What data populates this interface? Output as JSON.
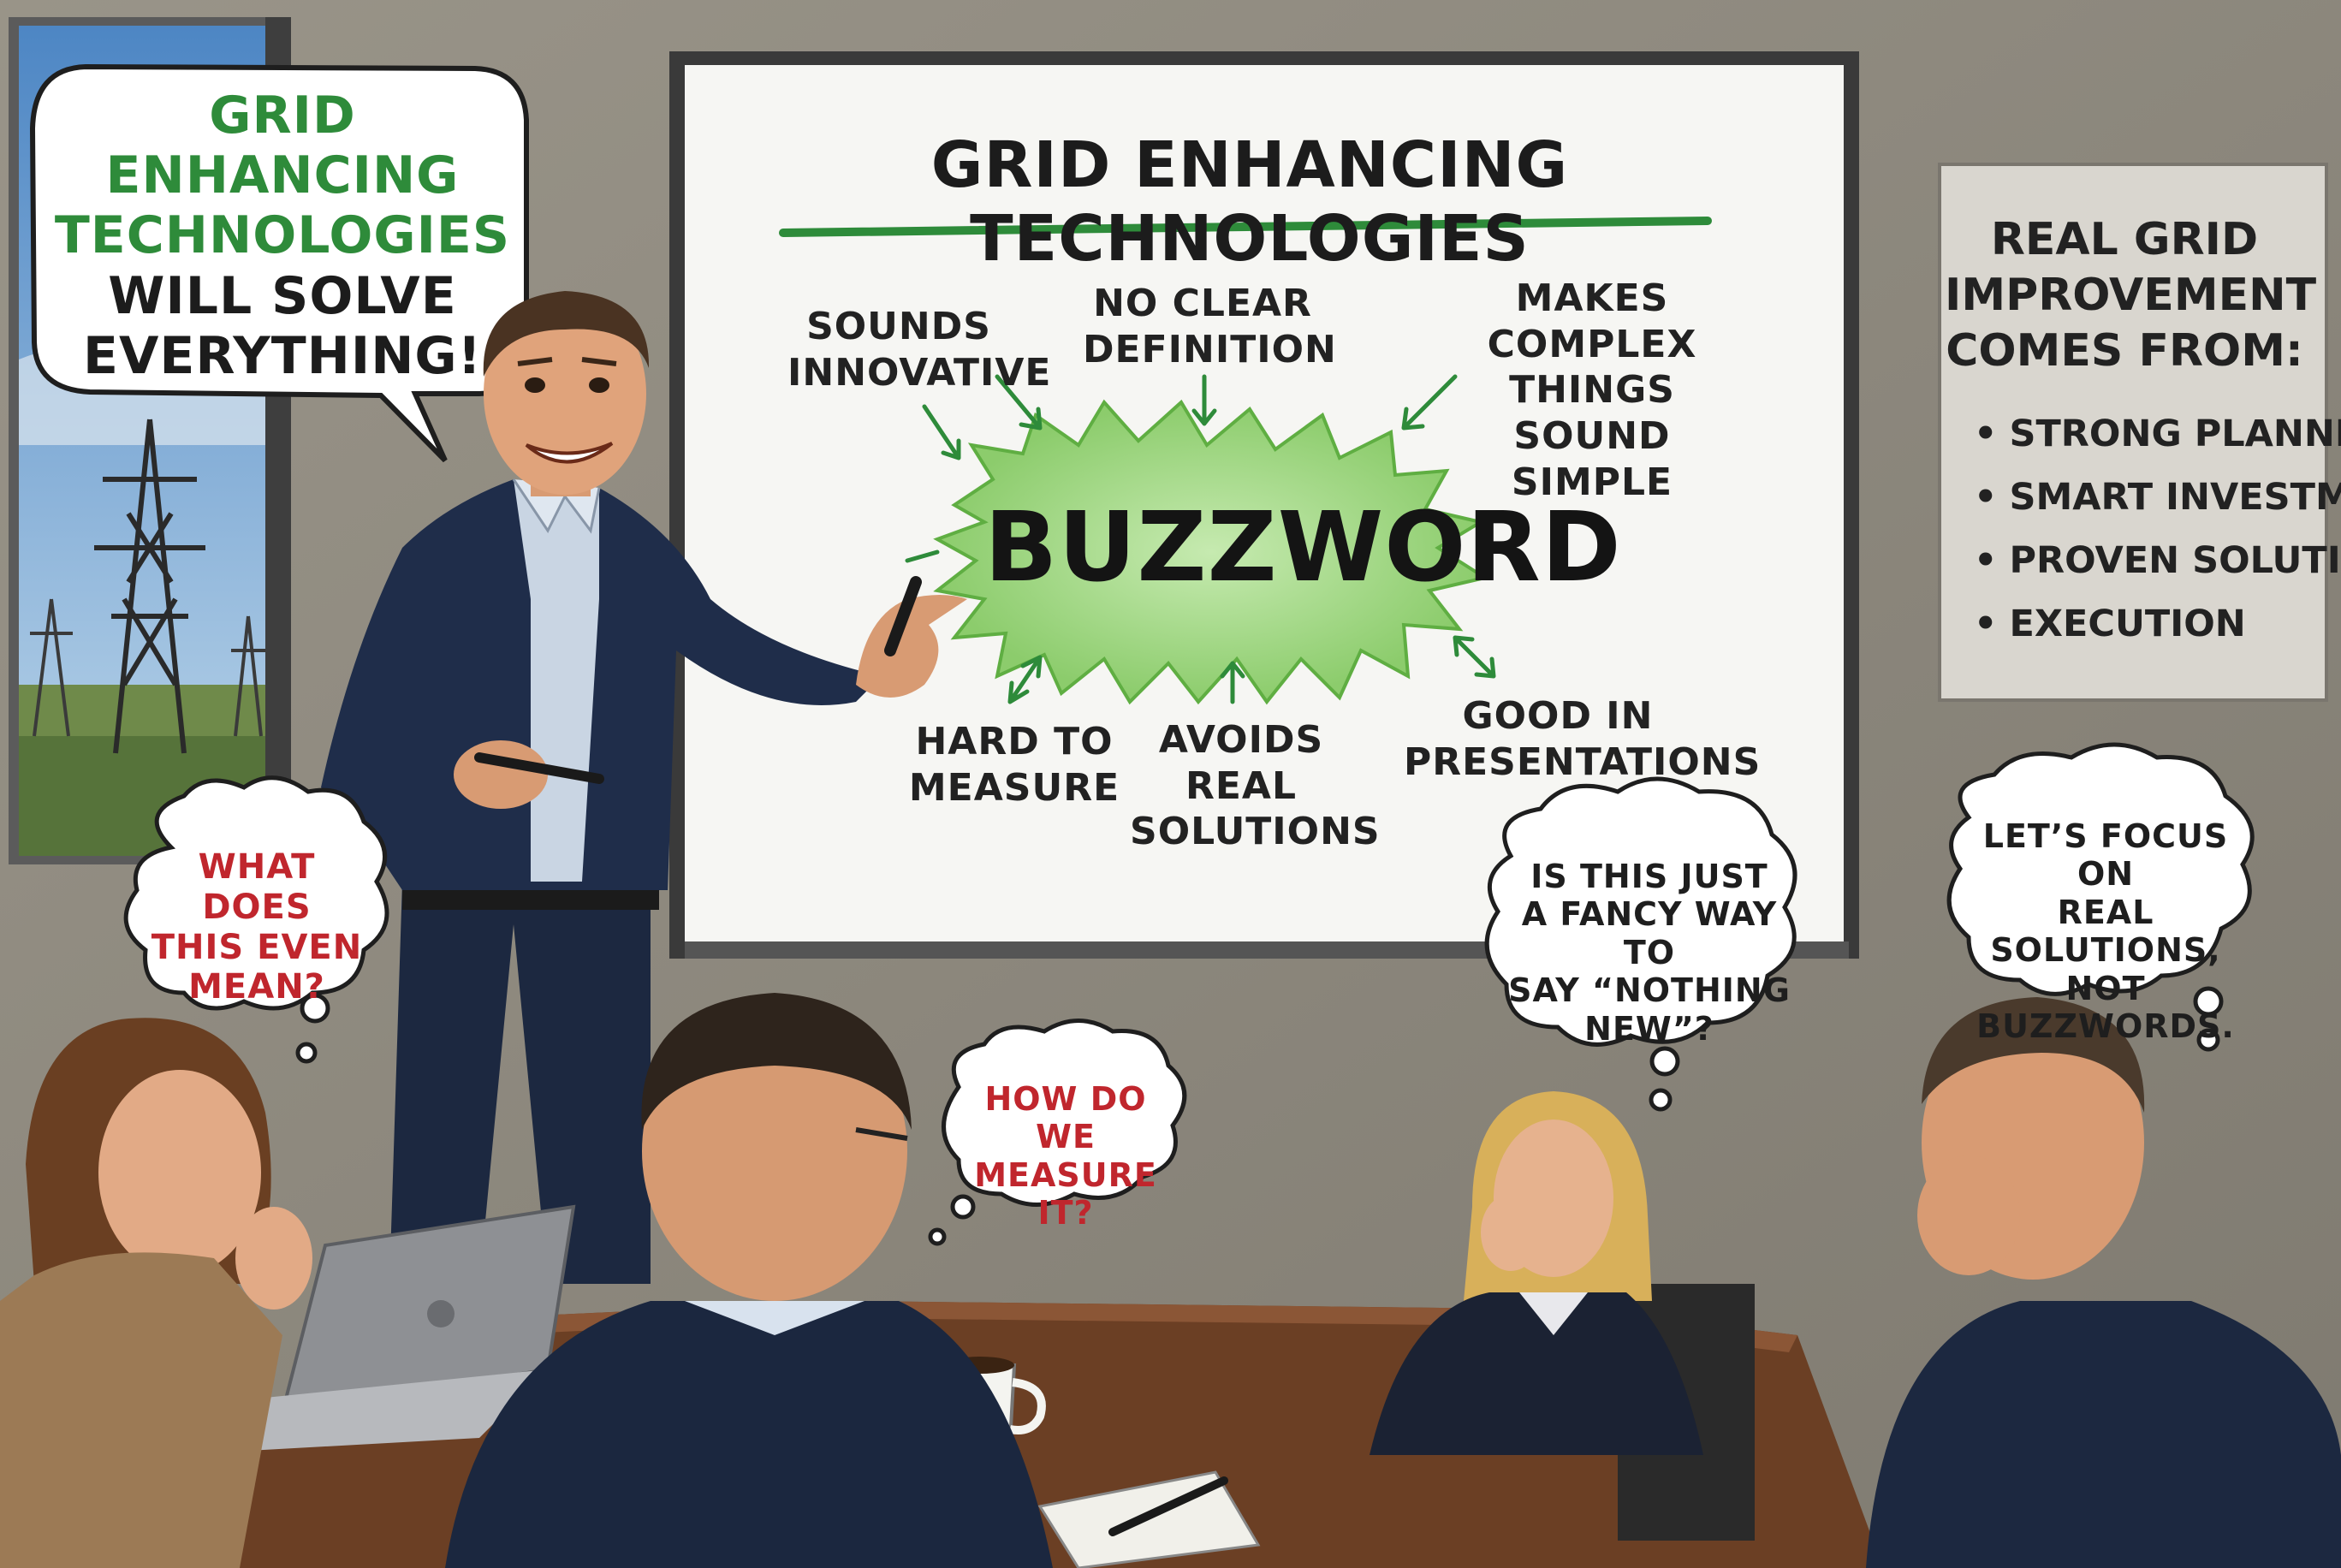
{
  "speech_bubble": {
    "line1": "GRID ENHANCING",
    "line2": "TECHNOLOGIES",
    "line3": "WILL SOLVE",
    "line4": "EVERYTHING!"
  },
  "whiteboard": {
    "title": "GRID ENHANCING TECHNOLOGIES",
    "center_word": "BUZZWORD",
    "notes": [
      {
        "lines": [
          "SOUNDS",
          "INNOVATIVE"
        ]
      },
      {
        "lines": [
          "NO CLEAR",
          "DEFINITION"
        ]
      },
      {
        "lines": [
          "MAKES COMPLEX",
          "THINGS SOUND",
          "SIMPLE"
        ]
      },
      {
        "lines": [
          "HARD TO",
          "MEASURE"
        ]
      },
      {
        "lines": [
          "AVOIDS",
          "REAL",
          "SOLUTIONS"
        ]
      },
      {
        "lines": [
          "GOOD IN",
          "PRESENTATIONS"
        ]
      }
    ]
  },
  "poster": {
    "heading": [
      "REAL GRID",
      "IMPROVEMENT",
      "COMES FROM:"
    ],
    "bullet": "•",
    "items": [
      "STRONG PLANNING",
      "SMART INVESTMENT",
      "PROVEN SOLUTIONS",
      "EXECUTION"
    ]
  },
  "thought_bubbles": {
    "left": [
      "WHAT DOES",
      "THIS EVEN",
      "MEAN?"
    ],
    "middle": [
      "HOW DO WE",
      "MEASURE IT?"
    ],
    "center_right": [
      "IS THIS JUST",
      "A FANCY WAY TO",
      "SAY “NOTHING",
      "NEW”?"
    ],
    "right": [
      "LET’S FOCUS ON",
      "REAL SOLUTIONS,",
      "NOT BUZZWORDS."
    ]
  },
  "colors": {
    "wall": "#8f8a7f",
    "accent_green": "#2e8b3a",
    "question_red": "#c0262d",
    "buzz_fill": "#a6d88a",
    "suit_navy": "#1c2840",
    "table_wood": "#6b3f24"
  },
  "icons": {
    "pylon": "transmission-tower-icon",
    "arrow": "arrow-icon",
    "laptop": "laptop-icon",
    "mug": "coffee-mug-icon",
    "pen": "marker-pen-icon"
  }
}
